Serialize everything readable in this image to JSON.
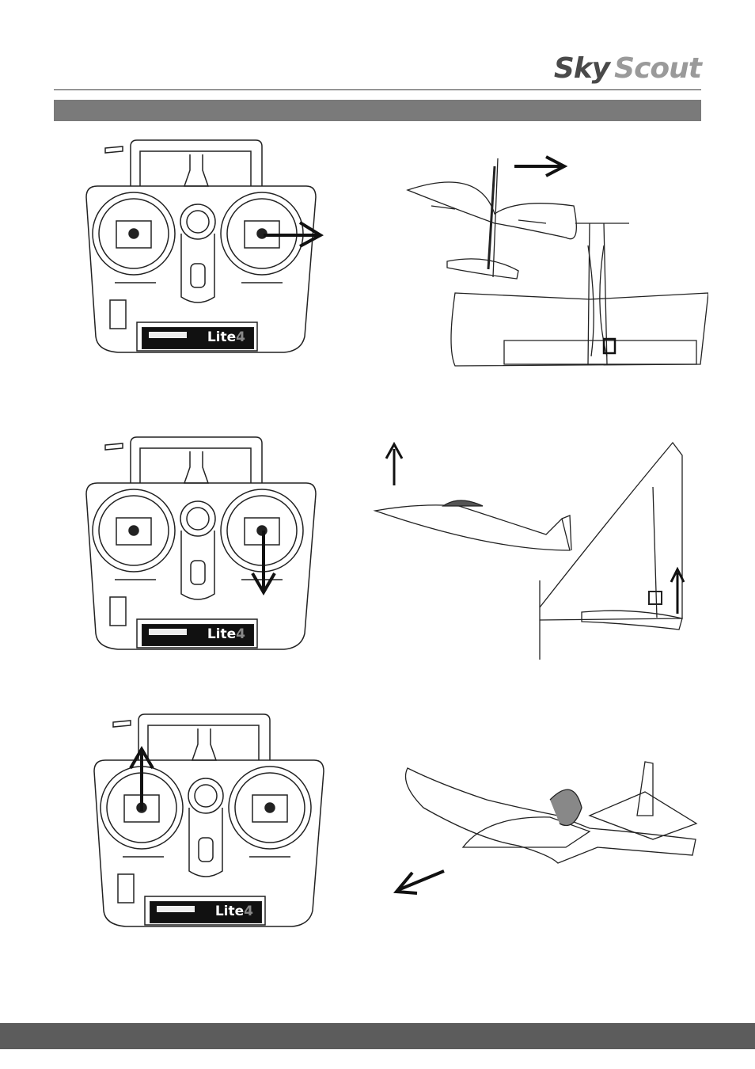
{
  "logo": {
    "word1": "Sky",
    "word2": "Scout"
  },
  "transmitter": {
    "model_label": "Lite",
    "model_number": "4"
  },
  "rows": [
    {
      "stick": "right",
      "stick_direction": "right",
      "aircraft_view": "top and rear",
      "surface": "rudder"
    },
    {
      "stick": "right",
      "stick_direction": "down",
      "aircraft_view": "side",
      "surface": "elevator"
    },
    {
      "stick": "left",
      "stick_direction": "up",
      "aircraft_view": "perspective",
      "surface": "throttle"
    }
  ],
  "colors": {
    "rule": "#3a3a3a",
    "title_bar": "#7a7a7a",
    "footer_bar": "#5c5c5c",
    "logo_dark": "#4a4a4a",
    "logo_light": "#9a9a9a"
  }
}
